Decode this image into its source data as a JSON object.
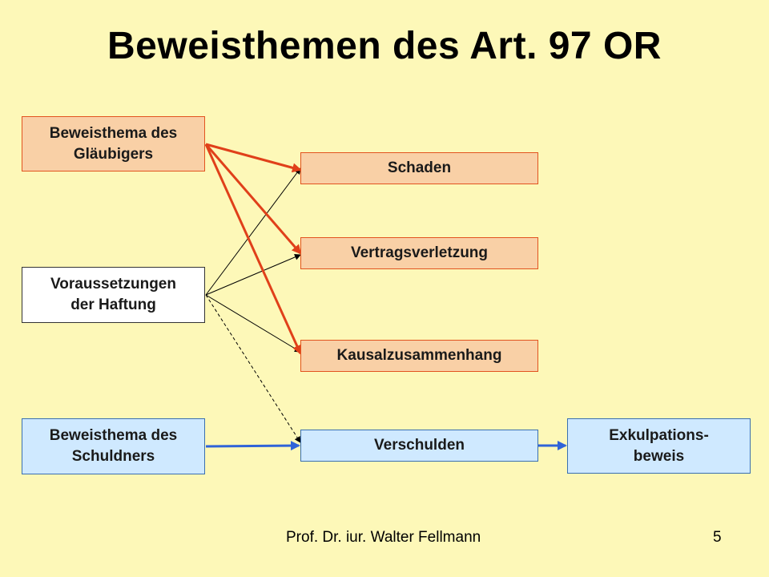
{
  "title": "Beweisthemen des Art. 97 OR",
  "left_boxes": {
    "creditor": [
      "Beweisthema des",
      "Gläubigers"
    ],
    "prerequisites": [
      "Voraussetzungen",
      "der Haftung"
    ],
    "debtor": [
      "Beweisthema des",
      "Schuldners"
    ]
  },
  "middle_boxes": {
    "damage": "Schaden",
    "breach": "Vertragsverletzung",
    "causation": "Kausalzusammenhang",
    "fault": "Verschulden"
  },
  "right_box": {
    "exculpation": [
      "Exkulpations-",
      "beweis"
    ]
  },
  "footer": {
    "author": "Prof. Dr. iur. Walter Fellmann",
    "page_number": "5"
  },
  "colors": {
    "background": "#fdf8b8",
    "creditor_fill": "#f9d0a6",
    "creditor_stroke": "#e2531f",
    "debtor_fill": "#cfe9ff",
    "debtor_arrow": "#2f63d8",
    "thin_arrow": "#000000"
  }
}
